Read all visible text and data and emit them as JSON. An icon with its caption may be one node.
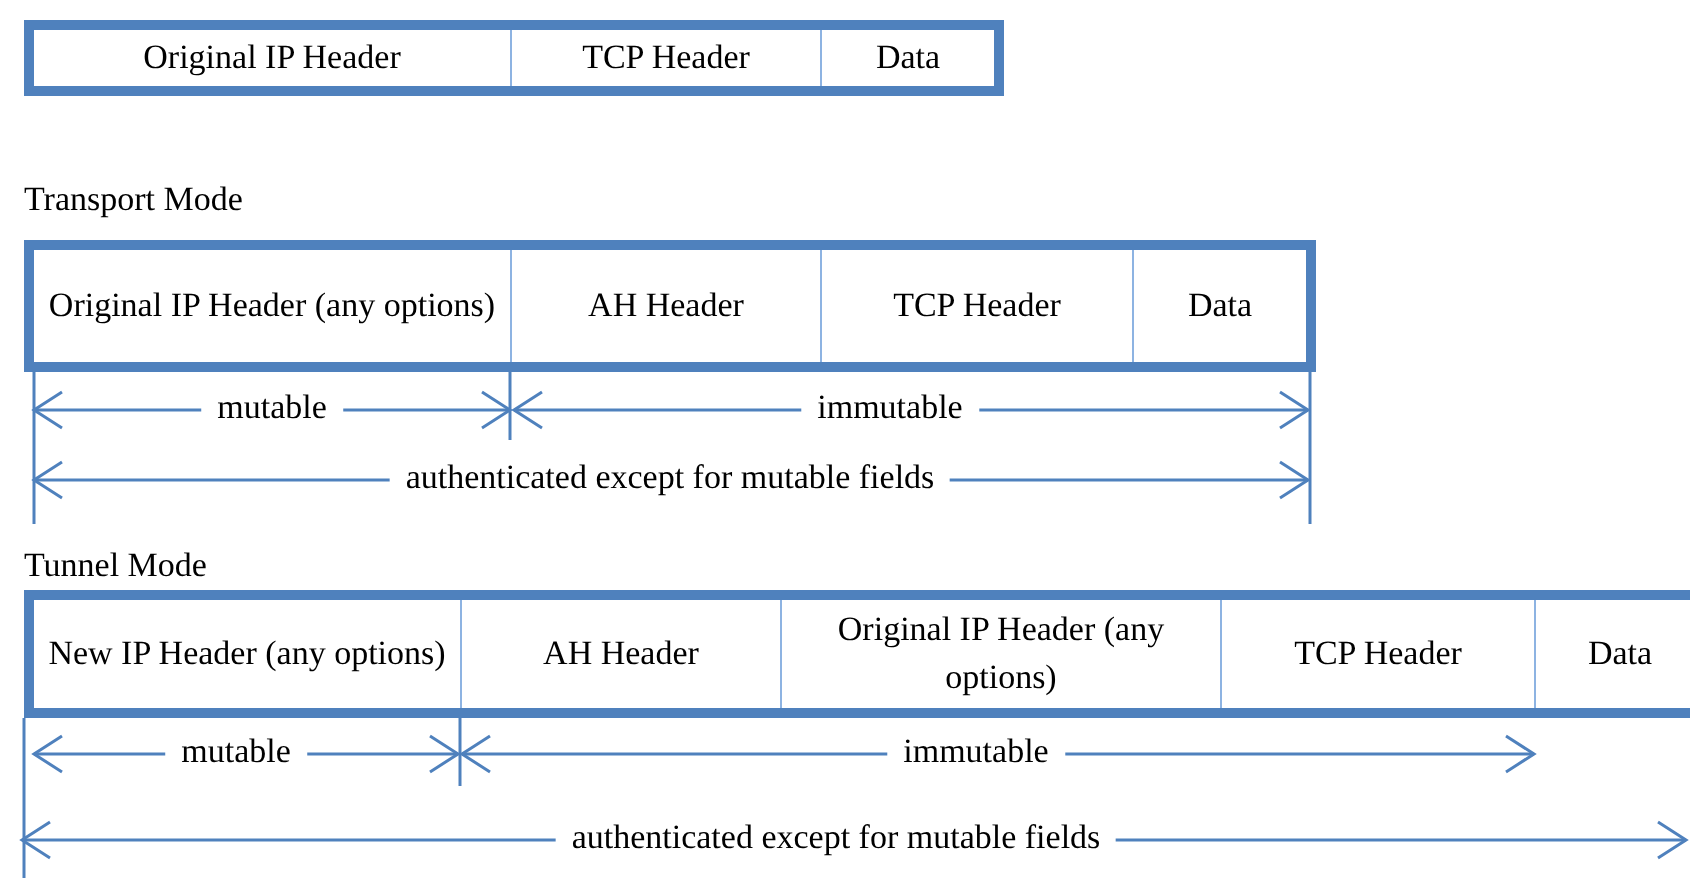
{
  "diagram": {
    "nodes": [
      {
        "text": [],
        "shape": "box"
      },
      {
        "text": [
          "Original IP Header"
        ],
        "in": 0
      },
      {
        "text": [
          "TCP Header"
        ],
        "in": 0
      },
      {
        "text": [
          "Data"
        ],
        "in": 0
      },
      {
        "text": [],
        "shape": "box"
      },
      {
        "text": [
          "Original IP Header (any options)"
        ],
        "in": 4
      },
      {
        "text": [
          "AH Header"
        ],
        "in": 4
      },
      {
        "text": [
          "TCP Header"
        ],
        "in": 4
      },
      {
        "text": [
          "Data"
        ],
        "in": 4
      },
      {
        "text": [],
        "shape": "box"
      },
      {
        "text": [
          "New IP Header (any options)"
        ],
        "in": 9
      },
      {
        "text": [
          "AH Header"
        ],
        "in": 9
      },
      {
        "text": [
          "Original IP Header (any options)"
        ],
        "in": 9
      },
      {
        "text": [
          "TCP Header"
        ],
        "in": 9
      },
      {
        "text": [
          "Data"
        ],
        "in": 9
      }
    ],
    "labels": [
      "Transport Mode",
      "mutable",
      "immutable",
      "authenticated except for mutable fields",
      "Tunnel Mode",
      "mutable",
      "immutable",
      "authenticated except for mutable fields"
    ]
  }
}
